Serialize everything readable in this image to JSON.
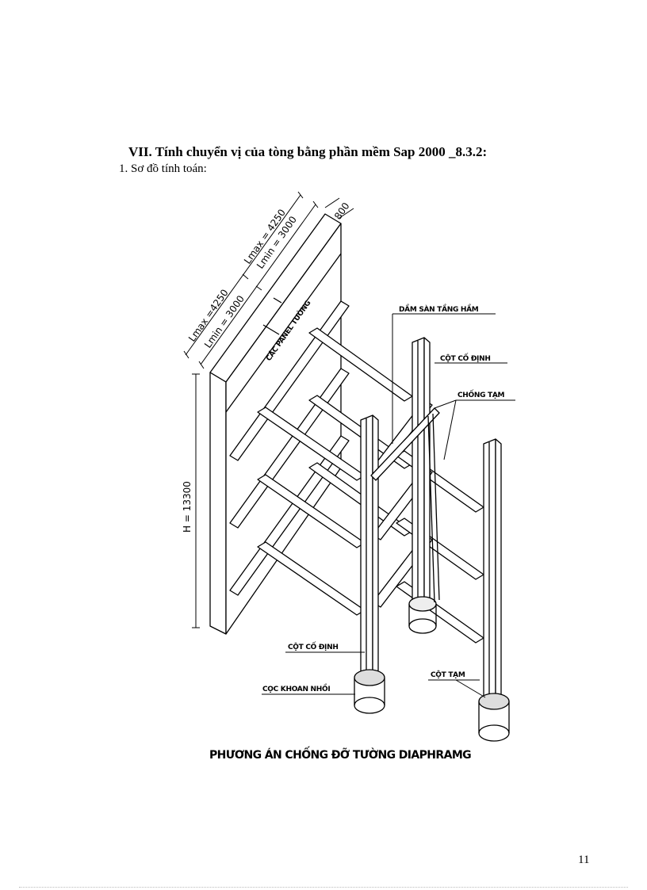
{
  "heading": "VII. Tính chuyển vị của tòng   bằng phần mềm Sap 2000 _8.3.2:",
  "subheading": "1.  Sơ đồ tính toán:",
  "drawing": {
    "dims": {
      "lmax1": "Lmax =4250",
      "lmin1": "Lmin = 3000",
      "lmax2": "Lmax = 4250",
      "lmin2": "Lmin = 3000",
      "thickness": "800",
      "height": "H = 13300"
    },
    "labels": {
      "panel": "CÁC PANEL TƯỜNG",
      "beam": "DẦM SÀN TẦNG HẦM",
      "fixed_col_top": "CỘT CỐ ĐỊNH",
      "brace": "CHỐNG TẠM",
      "fixed_col_bottom": "CỘT CỐ ĐỊNH",
      "pile": "CỌC KHOAN NHỒI",
      "temp_col": "CỘT TẠM"
    }
  },
  "caption": "PHƯƠNG ÁN CHỐNG ĐỠ TƯỜNG DIAPHRAMG",
  "page_number": "11"
}
